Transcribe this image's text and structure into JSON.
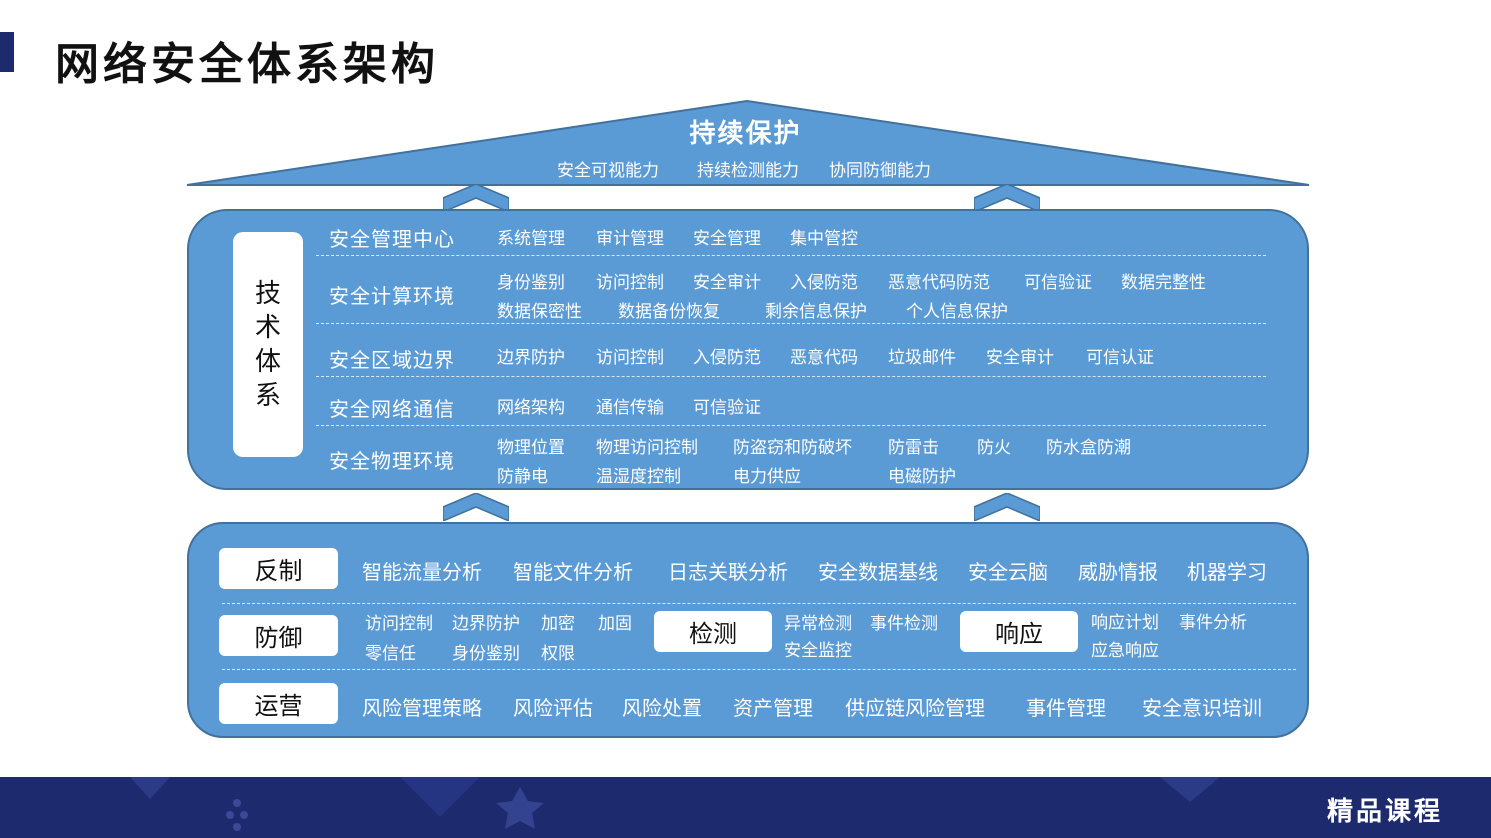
{
  "page": {
    "title": "网络安全体系架构"
  },
  "roof": {
    "title": "持续保护",
    "subs": [
      "安全可视能力",
      "持续检测能力",
      "协同防御能力"
    ]
  },
  "tech": {
    "label_chars": [
      "技",
      "术",
      "体",
      "系"
    ],
    "rows": [
      {
        "label": "安全管理中心",
        "items": [
          "系统管理",
          "审计管理",
          "安全管理",
          "集中管控"
        ]
      },
      {
        "label": "安全计算环境",
        "items": [
          "身份鉴别",
          "访问控制",
          "安全审计",
          "入侵防范",
          "恶意代码防范",
          "可信验证",
          "数据完整性",
          "数据保密性",
          "数据备份恢复",
          "剩余信息保护",
          "个人信息保护"
        ]
      },
      {
        "label": "安全区域边界",
        "items": [
          "边界防护",
          "访问控制",
          "入侵防范",
          "恶意代码",
          "垃圾邮件",
          "安全审计",
          "可信认证"
        ]
      },
      {
        "label": "安全网络通信",
        "items": [
          "网络架构",
          "通信传输",
          "可信验证"
        ]
      },
      {
        "label": "安全物理环境",
        "items": [
          "物理位置",
          "物理访问控制",
          "防盗窃和防破坏",
          "防雷击",
          "防火",
          "防水盒防潮",
          "防静电",
          "温湿度控制",
          "电力供应",
          "电磁防护"
        ]
      }
    ]
  },
  "ops": {
    "counter": {
      "label": "反制",
      "items": [
        "智能流量分析",
        "智能文件分析",
        "日志关联分析",
        "安全数据基线",
        "安全云脑",
        "威胁情报",
        "机器学习"
      ]
    },
    "defense": {
      "label": "防御",
      "items": [
        "访问控制",
        "边界防护",
        "加密",
        "加固",
        "零信任",
        "身份鉴别",
        "权限"
      ]
    },
    "detect": {
      "label": "检测",
      "items": [
        "异常检测",
        "事件检测",
        "安全监控"
      ]
    },
    "respond": {
      "label": "响应",
      "items": [
        "响应计划",
        "事件分析",
        "应急响应"
      ]
    },
    "operate": {
      "label": "运营",
      "items": [
        "风险管理策略",
        "风险评估",
        "风险处置",
        "资产管理",
        "供应链风险管理",
        "事件管理",
        "安全意识培训"
      ]
    }
  },
  "footer": {
    "text": "精品课程"
  },
  "colors": {
    "block": "#5b9bd5",
    "border": "#41719c",
    "navy": "#1e2a6e"
  }
}
